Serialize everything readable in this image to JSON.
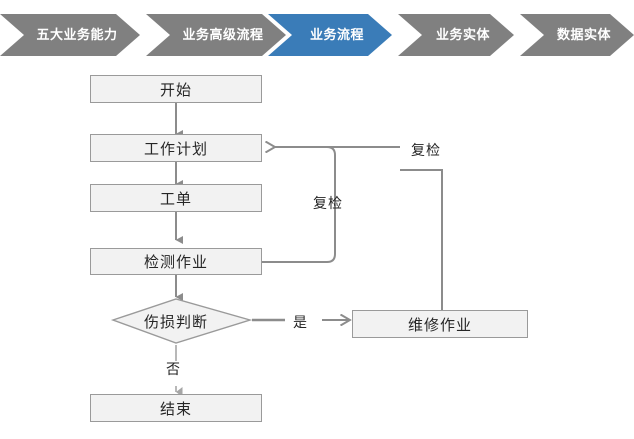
{
  "breadcrumb": {
    "active_color": "#3A7CB8",
    "inactive_color": "#808080",
    "items": [
      {
        "label": "五大业务能力",
        "active": false
      },
      {
        "label": "业务高级流程",
        "active": false
      },
      {
        "label": "业务流程",
        "active": true
      },
      {
        "label": "业务实体",
        "active": false
      },
      {
        "label": "数据实体",
        "active": false
      }
    ]
  },
  "flowchart": {
    "node_fill": "#F2F2F2",
    "node_border": "#9A9A9A",
    "connector_color": "#8C8C8C",
    "nodes": [
      {
        "id": "start",
        "label": "开始",
        "shape": "rect"
      },
      {
        "id": "work-plan",
        "label": "工作计划",
        "shape": "rect"
      },
      {
        "id": "work-order",
        "label": "工单",
        "shape": "rect"
      },
      {
        "id": "inspection-task",
        "label": "检测作业",
        "shape": "rect"
      },
      {
        "id": "damage-decision",
        "label": "伤损判断",
        "shape": "diamond"
      },
      {
        "id": "repair-task",
        "label": "维修作业",
        "shape": "rect"
      },
      {
        "id": "end",
        "label": "结束",
        "shape": "rect"
      }
    ],
    "edge_labels": [
      {
        "id": "recheck-inner",
        "label": "复检"
      },
      {
        "id": "recheck-outer",
        "label": "复检"
      },
      {
        "id": "yes",
        "label": "是"
      },
      {
        "id": "no",
        "label": "否"
      }
    ]
  }
}
